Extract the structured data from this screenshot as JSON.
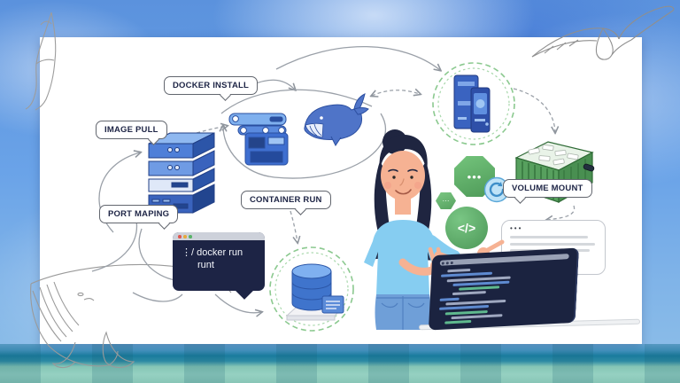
{
  "scene": {
    "description": "Docker workflow illustration on white card over watercolor sky and sea"
  },
  "labels": {
    "docker_install": "DOCKER INSTALL",
    "image_pull": "IMAGE PULL",
    "port_maping": "PORT MAPING",
    "container_run": "CONTAINER RUN",
    "volume_mount": "VOLUME MOUNT"
  },
  "terminal": {
    "prompt": "⋮/",
    "line1": "docker run",
    "line2": "runt",
    "traffic_lights": [
      "#e0574f",
      "#e5a93d",
      "#58b368"
    ]
  },
  "badges": {
    "octagon_dots": "•••",
    "hexagon_dots": "···",
    "code_symbol": "</>"
  },
  "speech_bubble": {
    "dots": "•••",
    "line_widths": [
      88,
      96,
      90,
      56
    ]
  },
  "laptop": {
    "code_lines": [
      {
        "i": 1,
        "w": 26,
        "c": "gray"
      },
      {
        "i": 0,
        "w": 58,
        "c": "blue"
      },
      {
        "i": 1,
        "w": 72,
        "c": "gray"
      },
      {
        "i": 2,
        "w": 64,
        "c": "blue"
      },
      {
        "i": 3,
        "w": 46,
        "c": "green"
      },
      {
        "i": 2,
        "w": 38,
        "c": "gray"
      },
      {
        "i": 0,
        "w": 22,
        "c": "blue"
      },
      {
        "i": 1,
        "w": 68,
        "c": "gray"
      },
      {
        "i": 0,
        "w": 56,
        "c": "blue"
      },
      {
        "i": 1,
        "w": 48,
        "c": "green"
      },
      {
        "i": 2,
        "w": 58,
        "c": "gray"
      },
      {
        "i": 1,
        "w": 30,
        "c": "green"
      }
    ]
  },
  "colors": {
    "docker_blue": "#4f74c8",
    "navy": "#1d2445",
    "accent_green": "#57a05e",
    "sky": "#6aa3e8",
    "sea": "#8fcdbf"
  }
}
